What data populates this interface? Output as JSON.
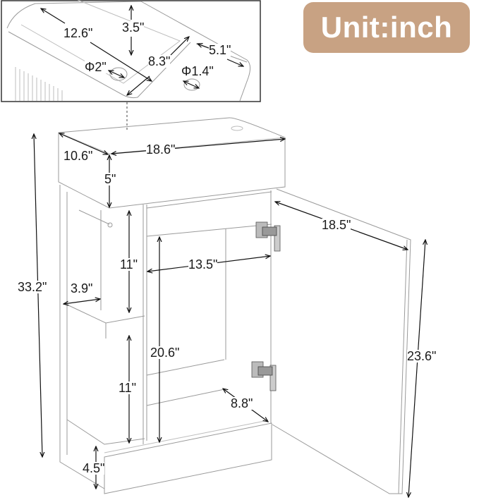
{
  "badge": {
    "label": "Unit:inch",
    "color": "#C8A283",
    "text_color": "#FFFFFF"
  },
  "inset": {
    "description": "Top view detail of sink basin",
    "dimensions": {
      "basin_length": "12.6\"",
      "basin_depth": "3.5\"",
      "basin_width": "8.3\"",
      "deck_width": "5.1\"",
      "drain_diameter": "Φ2\"",
      "faucet_hole_diameter": "Φ1.4\""
    }
  },
  "vanity": {
    "dimensions": {
      "sink_depth": "10.6\"",
      "sink_width": "18.6\"",
      "sink_height": "5\"",
      "total_height": "33.2\"",
      "shelf_width": "3.9\"",
      "upper_shelf_height": "11\"",
      "lower_shelf_height": "11\"",
      "interior_width": "13.5\"",
      "interior_height": "20.6\"",
      "interior_depth": "8.8\"",
      "door_width": "18.5\"",
      "door_height": "23.6\"",
      "base_height": "4.5\""
    }
  }
}
